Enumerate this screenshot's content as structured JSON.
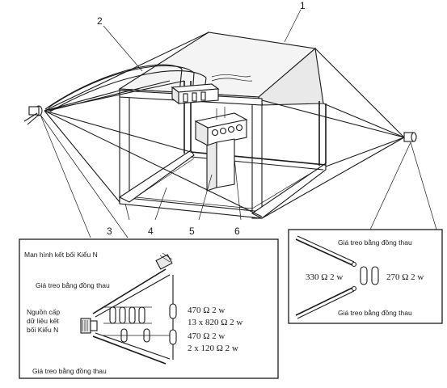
{
  "figure": {
    "part_numbers": {
      "n1": "1",
      "n2": "2",
      "n3": "3",
      "n4": "4",
      "n5": "5",
      "n6": "6"
    },
    "left_inset": {
      "title": "Man hình kết bối Kiểu N",
      "top_holder": "Giá treo bằng đồng thau",
      "source_line1": "Nguồn cấp",
      "source_line2": "dữ liệu kết",
      "source_line3": "bối Kiểu N",
      "bottom_holder": "Giá treo bằng đồng thau",
      "value_1": "470 Ω 2 w",
      "value_2": "13 x 820 Ω 2 w",
      "value_3": "470 Ω 2 w",
      "value_4": "2 x 120 Ω 2 w"
    },
    "right_inset": {
      "top_holder": "Giá treo bằng đồng thau",
      "left_value": "330 Ω 2 w",
      "right_value": "270 Ω 2 w",
      "bottom_holder": "Giá treo bằng đồng thau"
    }
  }
}
